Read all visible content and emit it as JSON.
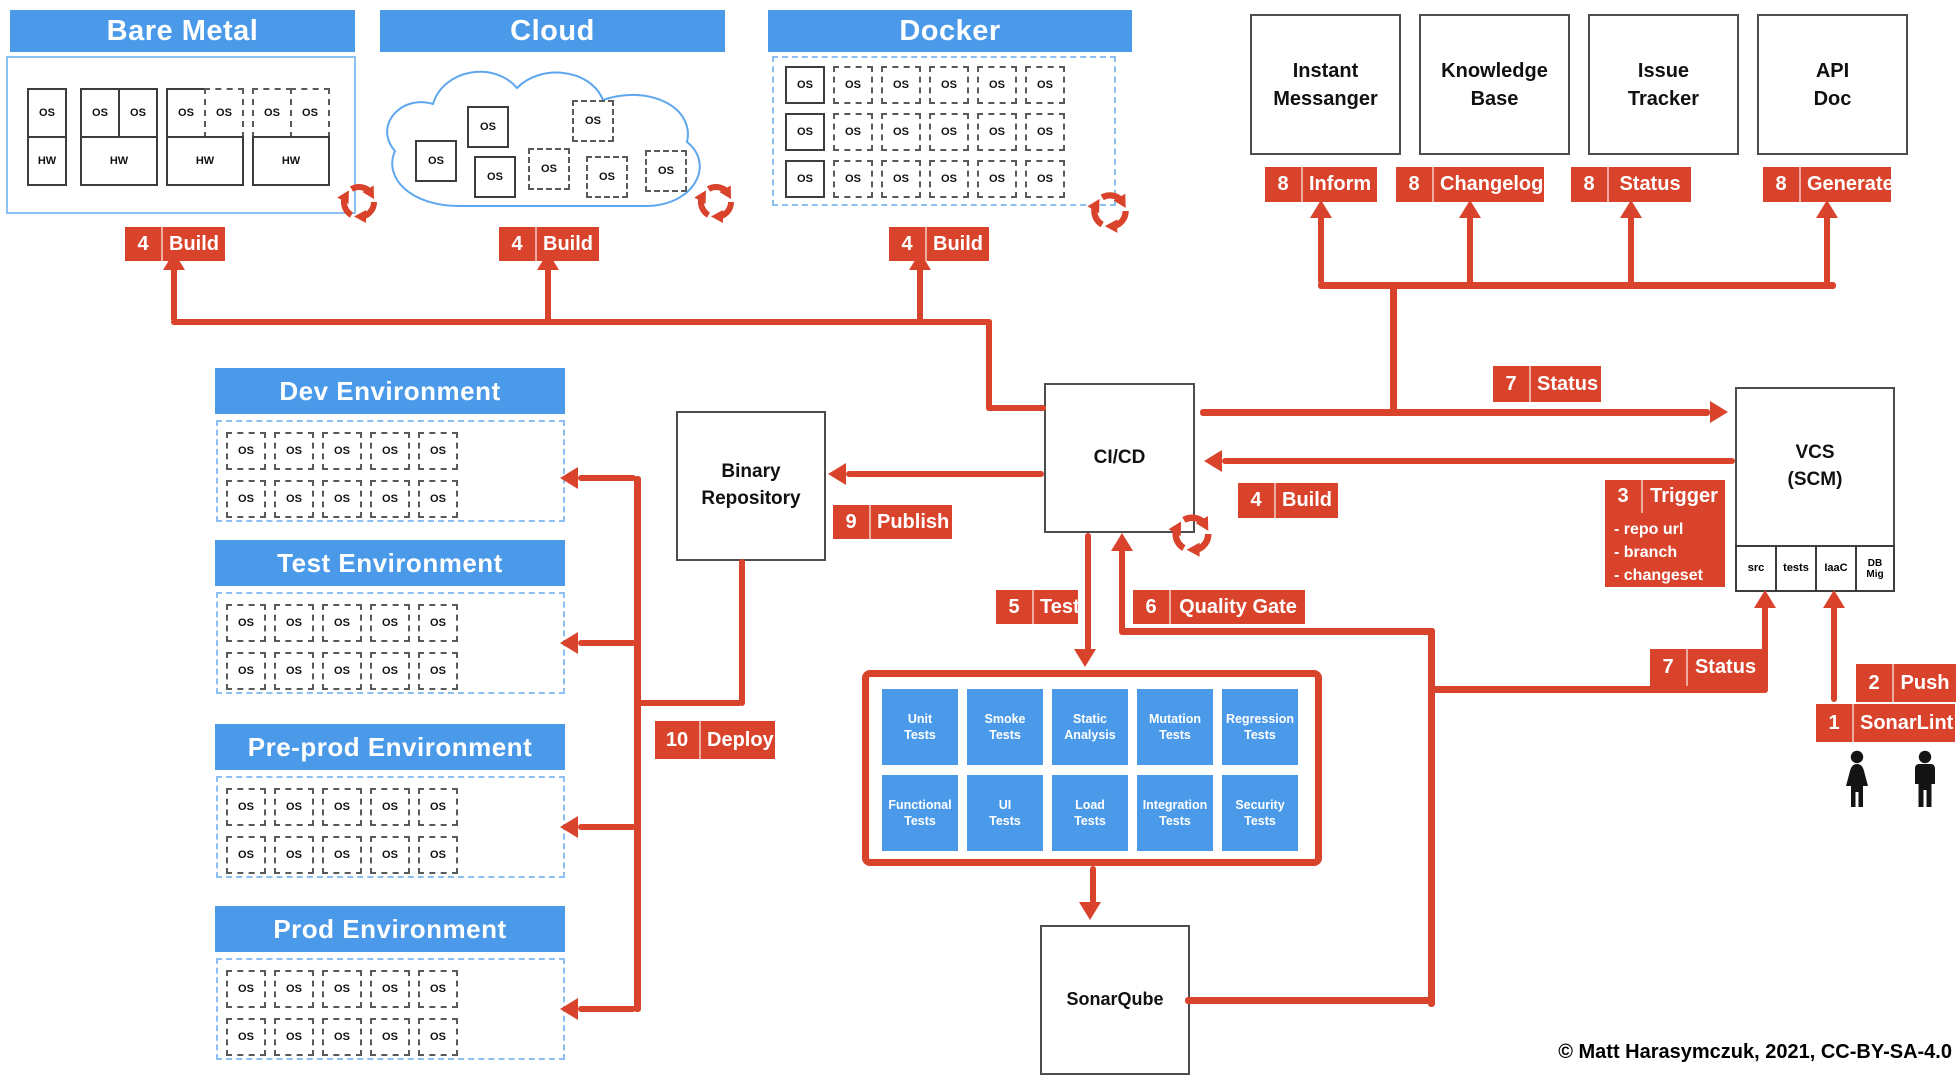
{
  "labels": {
    "os": "OS",
    "hw": "HW"
  },
  "colors": {
    "blue": "#4a9ae9",
    "light_blue": "#8cc0f2",
    "red": "#d9432c",
    "box_border": "#4d4d4d"
  },
  "icons": {
    "recycle": "circular-refresh-arrows",
    "developers": "woman-and-man-silhouettes"
  },
  "infrastructure": {
    "bare_metal": {
      "title": "Bare Metal",
      "groups": [
        [
          "solid"
        ],
        [
          "solid",
          "solid"
        ],
        [
          "solid",
          "dashed"
        ],
        [
          "dashed",
          "dashed"
        ]
      ]
    },
    "cloud": {
      "title": "Cloud",
      "os_boxes": [
        "solid",
        "solid",
        "solid",
        "dashed",
        "dashed",
        "dashed",
        "dashed"
      ]
    },
    "docker": {
      "title": "Docker",
      "rows": 3,
      "cols": 6,
      "solid_cols": 1
    }
  },
  "services": [
    {
      "name": "Instant\nMessanger",
      "badge": {
        "num": "8",
        "label": "Inform"
      }
    },
    {
      "name": "Knowledge\nBase",
      "badge": {
        "num": "8",
        "label": "Changelog"
      }
    },
    {
      "name": "Issue\nTracker",
      "badge": {
        "num": "8",
        "label": "Status"
      }
    },
    {
      "name": "API\nDoc",
      "badge": {
        "num": "8",
        "label": "Generate"
      }
    }
  ],
  "environments": [
    {
      "name": "Dev Environment"
    },
    {
      "name": "Test Environment"
    },
    {
      "name": "Pre-prod Environment"
    },
    {
      "name": "Prod Environment"
    }
  ],
  "nodes": {
    "binary_repository": "Binary\nRepository",
    "cicd": "CI/CD",
    "vcs": "VCS\n(SCM)",
    "vcs_cells": [
      "src",
      "tests",
      "IaaC",
      "DB\nMig"
    ],
    "sonarqube": "SonarQube"
  },
  "badges": {
    "build_bare_metal": {
      "num": "4",
      "label": "Build"
    },
    "build_cloud": {
      "num": "4",
      "label": "Build"
    },
    "build_docker": {
      "num": "4",
      "label": "Build"
    },
    "build_cicd": {
      "num": "4",
      "label": "Build"
    },
    "status_vcs": {
      "num": "7",
      "label": "Status"
    },
    "trigger": {
      "num": "3",
      "label": "Trigger",
      "details": "- repo url\n- branch\n- changeset"
    },
    "publish": {
      "num": "9",
      "label": "Publish"
    },
    "test": {
      "num": "5",
      "label": "Test"
    },
    "quality_gate": {
      "num": "6",
      "label": "Quality Gate"
    },
    "deploy": {
      "num": "10",
      "label": "Deploy"
    },
    "status_src": {
      "num": "7",
      "label": "Status"
    },
    "push": {
      "num": "2",
      "label": "Push"
    },
    "sonarlint": {
      "num": "1",
      "label": "SonarLint"
    }
  },
  "tests": {
    "tiles": [
      "Unit\nTests",
      "Smoke\nTests",
      "Static\nAnalysis",
      "Mutation\nTests",
      "Regression\nTests",
      "Functional\nTests",
      "UI\nTests",
      "Load\nTests",
      "Integration\nTests",
      "Security\nTests"
    ]
  },
  "footer": {
    "copyright": "© Matt Harasymczuk, 2021, CC-BY-SA-4.0"
  }
}
